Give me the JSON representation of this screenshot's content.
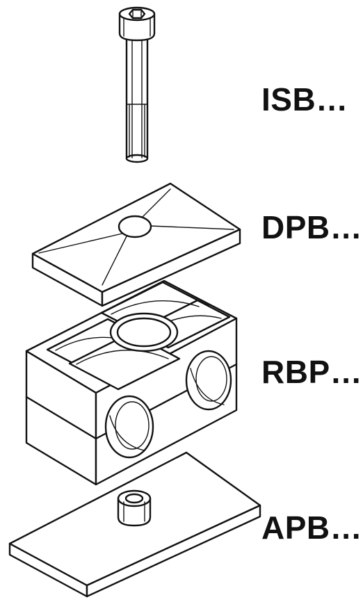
{
  "labels": {
    "isb": "ISB…",
    "dpb": "DPB…",
    "rbp": "RBP…",
    "apb": "APB…"
  },
  "colors": {
    "line": "#111111",
    "background": "#ffffff"
  }
}
